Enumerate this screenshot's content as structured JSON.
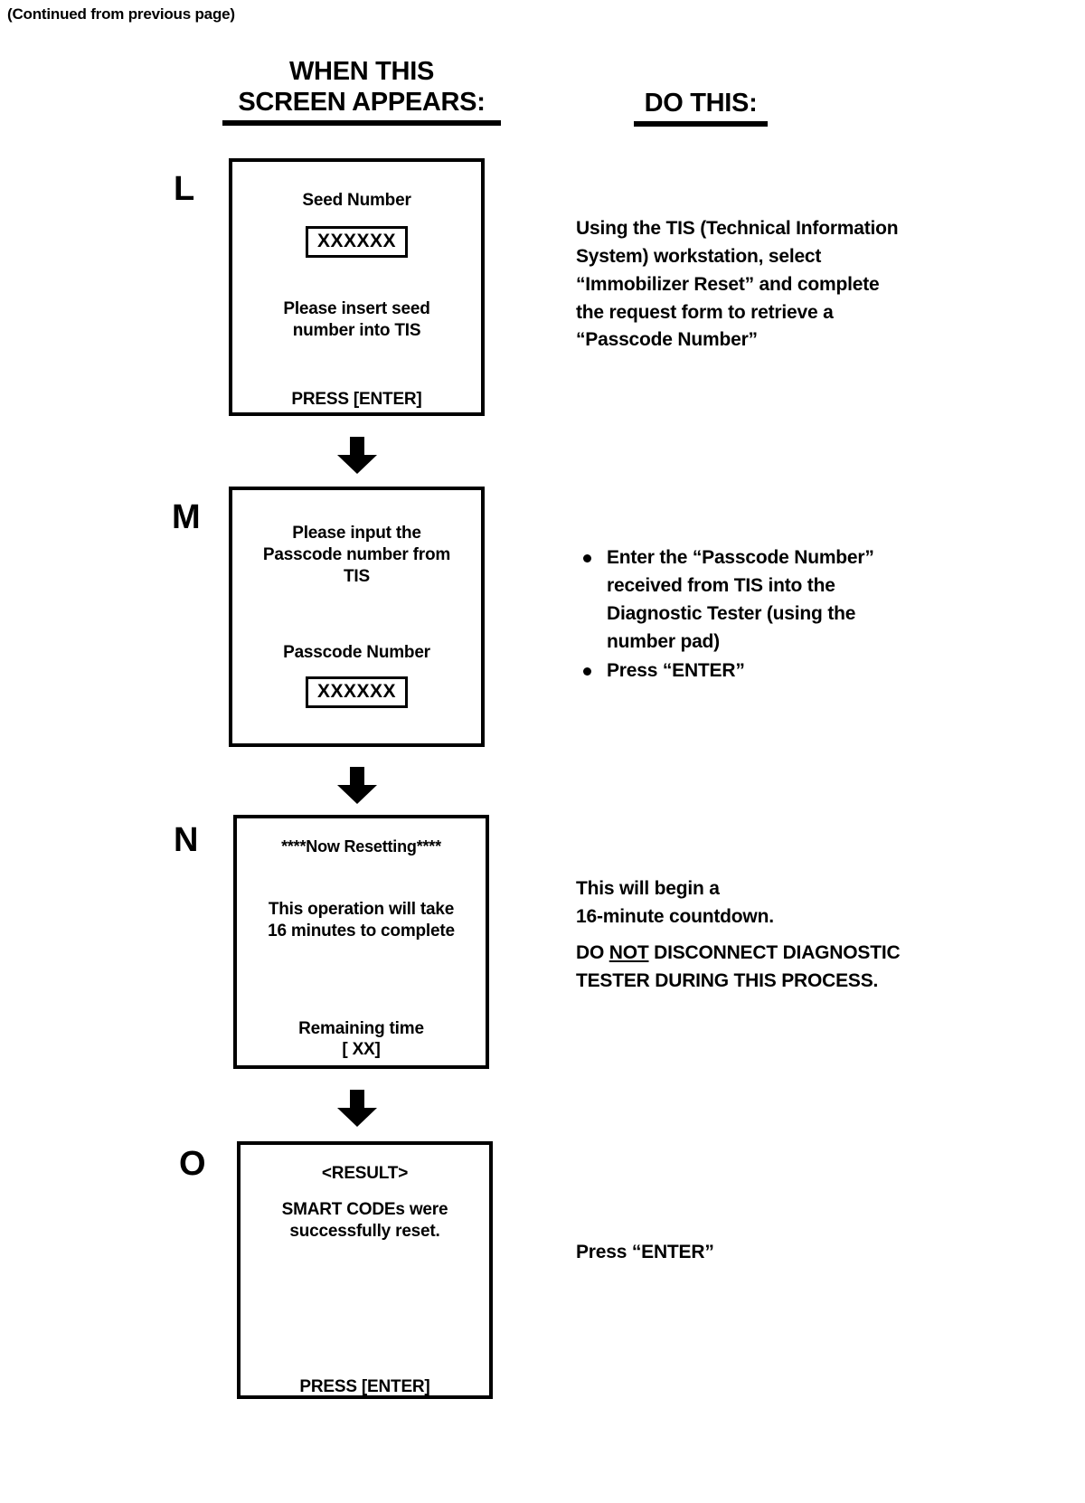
{
  "page": {
    "continued_note": "(Continued from previous page)"
  },
  "headers": {
    "left_line1": "WHEN THIS",
    "left_line2": "SCREEN APPEARS:",
    "right": "DO THIS:"
  },
  "steps": [
    {
      "letter": "L",
      "screen": {
        "label_seed": "Seed Number",
        "field_value": "XXXXXX",
        "message_line1": "Please insert seed",
        "message_line2": "number into TIS",
        "footer": "PRESS [ENTER]"
      },
      "instruction": {
        "type": "paragraph",
        "lines": [
          "Using the TIS (Technical Information",
          "System) workstation, select",
          "“Immobilizer Reset” and complete",
          "the request form to retrieve a",
          "“Passcode Number”"
        ]
      }
    },
    {
      "letter": "M",
      "screen": {
        "prompt_line1": "Please input the",
        "prompt_line2": "Passcode number from",
        "prompt_line3": "TIS",
        "label_passcode": "Passcode Number",
        "field_value": "XXXXXX"
      },
      "instruction": {
        "type": "bullets",
        "items": [
          [
            "Enter the “Passcode Number”",
            "received from TIS into the",
            "Diagnostic Tester (using the",
            "number pad)"
          ],
          [
            "Press “ENTER”"
          ]
        ]
      }
    },
    {
      "letter": "N",
      "screen": {
        "title": "****Now Resetting****",
        "message_line1": "This operation will take",
        "message_line2": "16 minutes to complete",
        "remaining_label": "Remaining time",
        "remaining_value": "[ XX]"
      },
      "instruction": {
        "type": "paragraph-warning",
        "lines": [
          "This will begin a",
          "16-minute countdown."
        ],
        "warning_pre": "DO ",
        "warning_emphasis": "NOT",
        "warning_post": " DISCONNECT DIAGNOSTIC",
        "warning_line2": "TESTER DURING THIS PROCESS."
      }
    },
    {
      "letter": "O",
      "screen": {
        "title": "<RESULT>",
        "message_line1": "SMART CODEs were",
        "message_line2": "successfully reset.",
        "footer": "PRESS [ENTER]"
      },
      "instruction": {
        "type": "paragraph",
        "lines": [
          "Press “ENTER”"
        ]
      }
    }
  ],
  "icons": {
    "arrow": "down-arrow-icon"
  },
  "colors": {
    "ink": "#000000",
    "paper": "#ffffff"
  }
}
